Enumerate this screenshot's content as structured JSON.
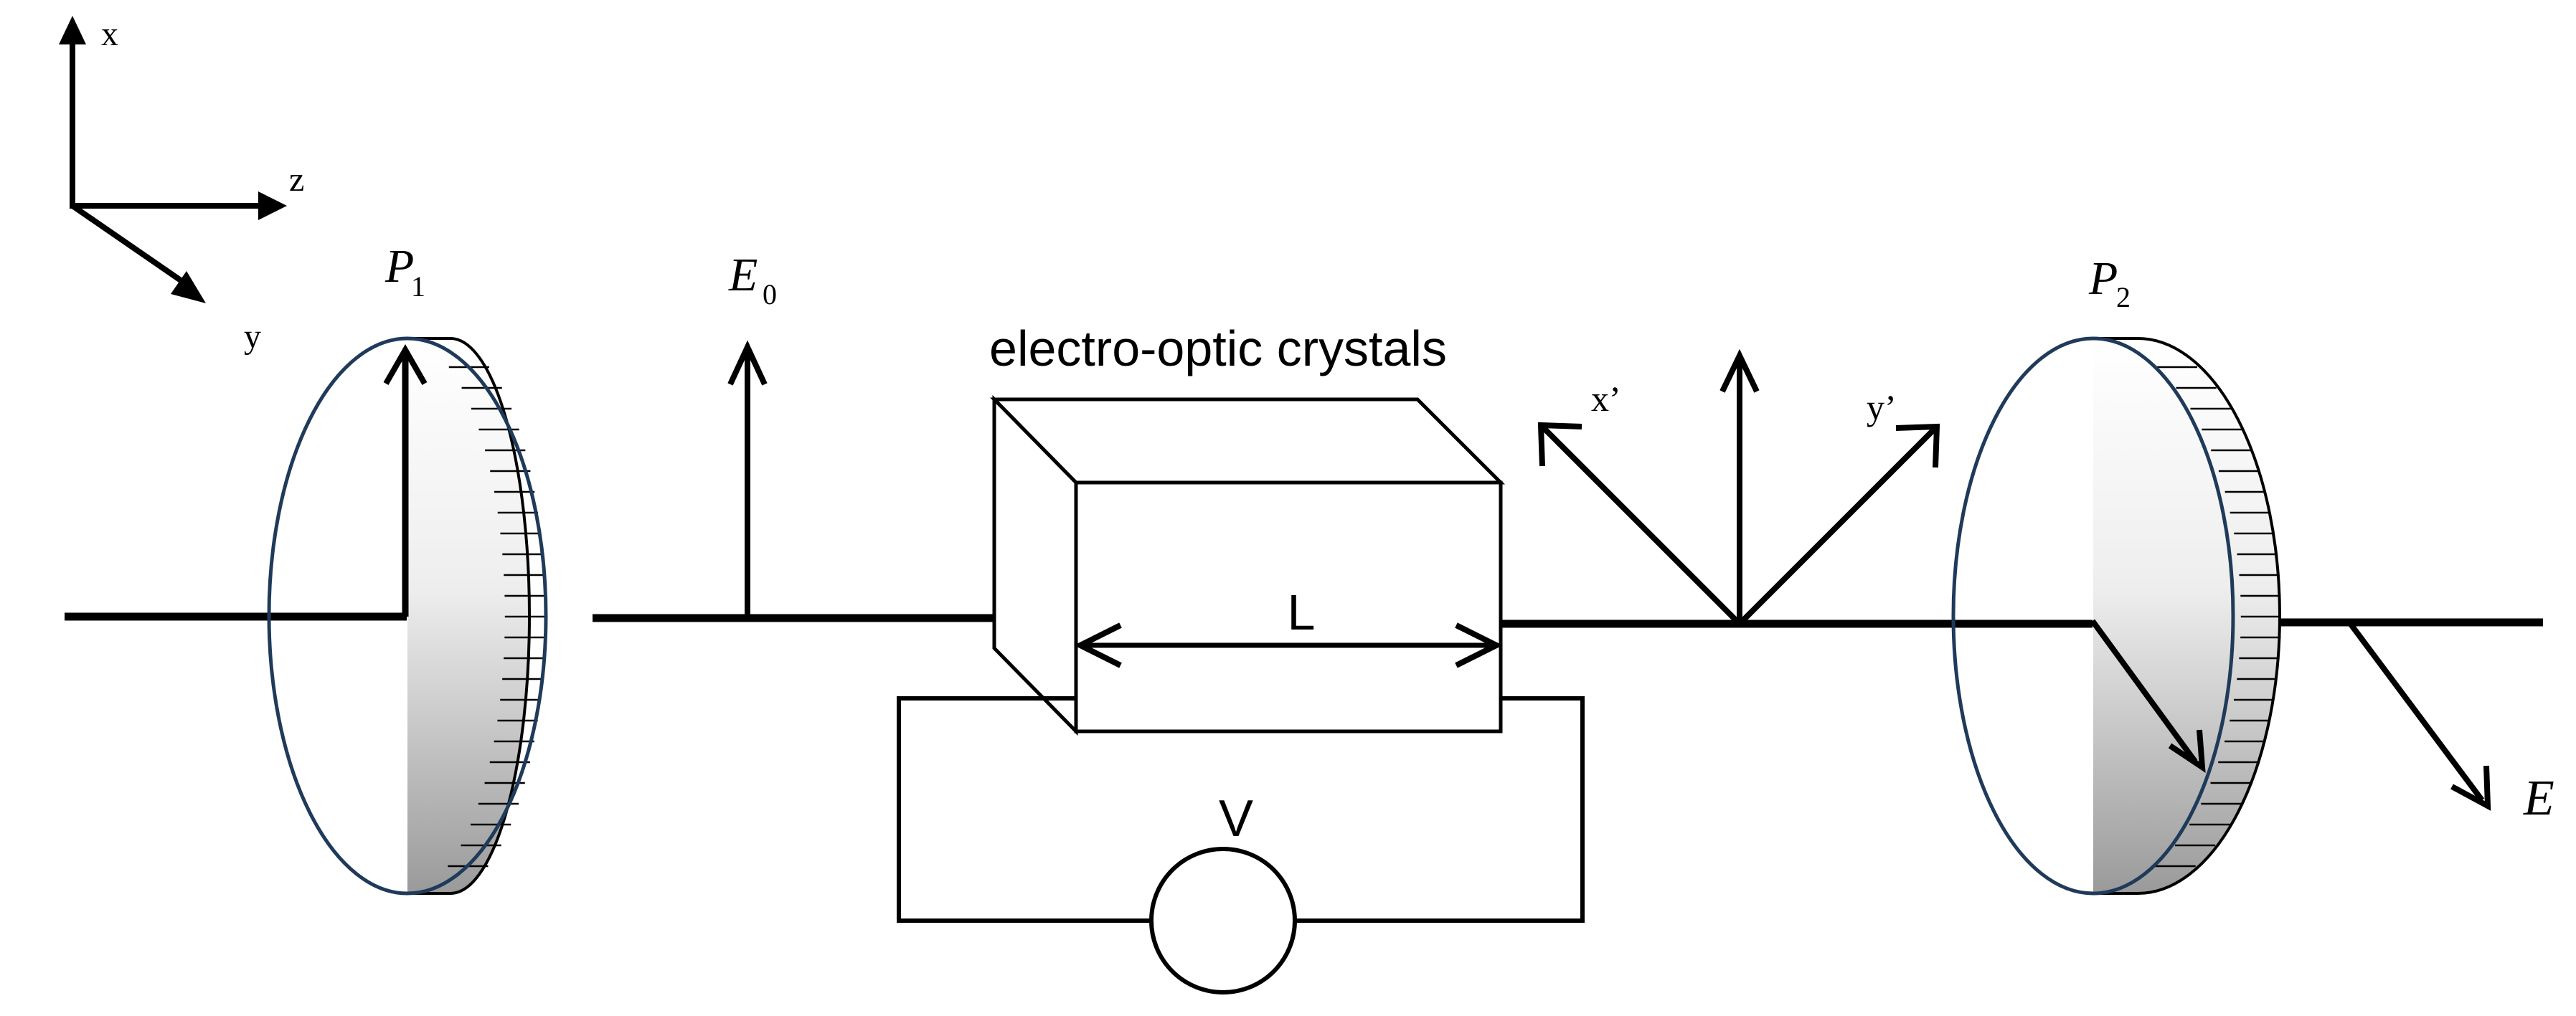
{
  "axes": {
    "x": "x",
    "z": "z",
    "y": "y"
  },
  "polarizers": {
    "p1": {
      "symbol": "P",
      "subscript": "1"
    },
    "p2": {
      "symbol": "P",
      "subscript": "2"
    }
  },
  "field_in": {
    "symbol": "E",
    "subscript": "0"
  },
  "field_out": {
    "symbol": "E"
  },
  "crystal": {
    "caption": "electro-optic crystals",
    "length_label": "L"
  },
  "rotated_axes": {
    "x_prime": "x’",
    "y_prime": "y’"
  },
  "source": {
    "label": "V"
  },
  "colors": {
    "stroke": "#000000",
    "lens_edge_light": "#ffffff",
    "lens_edge_dark": "#9a9a9a",
    "lens_rim": "#1f3a5a"
  }
}
